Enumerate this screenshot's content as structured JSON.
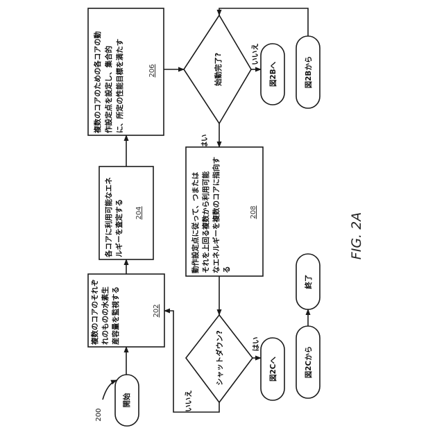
{
  "figure": {
    "diagram_number": "200",
    "figure_label": "FIG. 2A"
  },
  "nodes": {
    "start": "開始",
    "box_202": {
      "lines": [
        "複数のコアのそれぞ",
        "れのものの水素生",
        "産容量を監視する"
      ],
      "ref": "202"
    },
    "box_204": {
      "lines": [
        "各コアに利用可能なエネ",
        "ルギーを査定する"
      ],
      "ref": "204"
    },
    "box_206": {
      "lines": [
        "複数のコアのための各コアの動",
        "作設定点を設定し、集合的",
        "に、所定の性能目標を満たす"
      ],
      "ref": "206"
    },
    "box_208": {
      "lines": [
        "動作設定点に従って、つまたは",
        "それを上回る複数から利用可能",
        "なエネルギーを複数のコアに指向す",
        "る"
      ],
      "ref": "208"
    },
    "decision_shutdown": "シャットダウン?",
    "decision_startup": "始動完了?",
    "to_2C": "図2Cへ",
    "to_2B": "図2Bへ",
    "from_2B": "図2Bから",
    "from_2C": "図2Cから",
    "end": "終了"
  },
  "labels": {
    "yes_shutdown": "はい",
    "no_shutdown": "いいえ",
    "yes_startup": "はい",
    "no_startup": "いいえ"
  }
}
